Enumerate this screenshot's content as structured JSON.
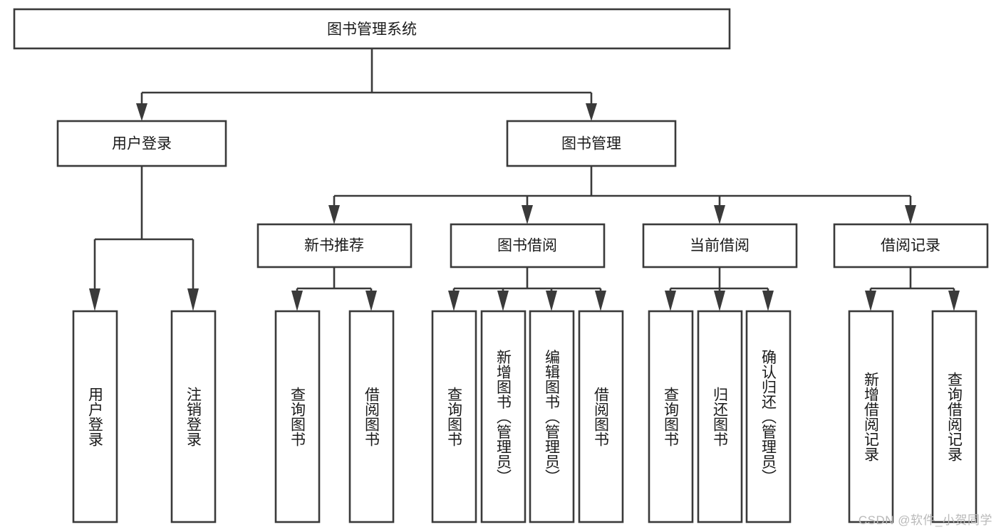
{
  "diagram": {
    "type": "tree-hierarchy-flowchart",
    "title": "图书管理系统",
    "root": {
      "id": "root",
      "label": "图书管理系统",
      "level": 0
    },
    "level1": [
      {
        "id": "user-login",
        "label": "用户登录"
      },
      {
        "id": "book-manage",
        "label": "图书管理"
      }
    ],
    "level2": [
      {
        "id": "new-book-rec",
        "label": "新书推荐",
        "parent": "book-manage"
      },
      {
        "id": "book-borrow",
        "label": "图书借阅",
        "parent": "book-manage"
      },
      {
        "id": "current-borrow",
        "label": "当前借阅",
        "parent": "book-manage"
      },
      {
        "id": "borrow-record",
        "label": "借阅记录",
        "parent": "book-manage"
      }
    ],
    "leaves": {
      "user-login": [
        {
          "id": "leaf-user-login",
          "label": "用户登录"
        },
        {
          "id": "leaf-logout-login",
          "label": "注销登录"
        }
      ],
      "new-book-rec": [
        {
          "id": "leaf-query-book-1",
          "label": "查询图书"
        },
        {
          "id": "leaf-borrow-book-1",
          "label": "借阅图书"
        }
      ],
      "book-borrow": [
        {
          "id": "leaf-query-book-2",
          "label": "查询图书"
        },
        {
          "id": "leaf-add-book",
          "label": "新增图书（管理员）"
        },
        {
          "id": "leaf-edit-book",
          "label": "编辑图书（管理员）"
        },
        {
          "id": "leaf-borrow-book-2",
          "label": "借阅图书"
        }
      ],
      "current-borrow": [
        {
          "id": "leaf-query-book-3",
          "label": "查询图书"
        },
        {
          "id": "leaf-return-book",
          "label": "归还图书"
        },
        {
          "id": "leaf-confirm-return",
          "label": "确认归还（管理员）"
        }
      ],
      "borrow-record": [
        {
          "id": "leaf-add-record",
          "label": "新增借阅记录"
        },
        {
          "id": "leaf-query-record",
          "label": "查询借阅记录"
        }
      ]
    },
    "colors": {
      "stroke": "#3a3a3a",
      "fill": "#ffffff",
      "text": "#1a1a1a",
      "background": "#ffffff",
      "watermark": "#b9b9b9"
    }
  },
  "watermark": {
    "text": "CSDN @软件_小贺同学"
  }
}
